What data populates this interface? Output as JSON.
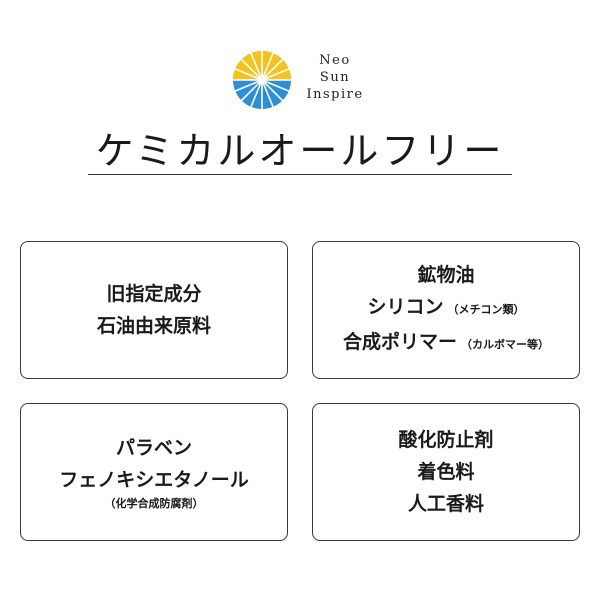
{
  "brand": {
    "lines": [
      "Neo",
      "Sun",
      "Inspire"
    ],
    "colors": {
      "yellow": "#F6C21C",
      "blue": "#2E8FD6"
    }
  },
  "title": "ケミカルオールフリー",
  "cards": [
    {
      "lines": [
        "旧指定成分",
        "石油由来原料"
      ]
    },
    {
      "lines": [
        "鉱物油",
        "シリコン",
        "合成ポリマー"
      ],
      "notes": [
        "（メチコン類）",
        "（カルボマー等）"
      ]
    },
    {
      "lines": [
        "パラベン",
        "フェノキシエタノール"
      ],
      "sub": "（化学合成防腐剤）"
    },
    {
      "lines": [
        "酸化防止剤",
        "着色料",
        "人工香料"
      ]
    }
  ]
}
